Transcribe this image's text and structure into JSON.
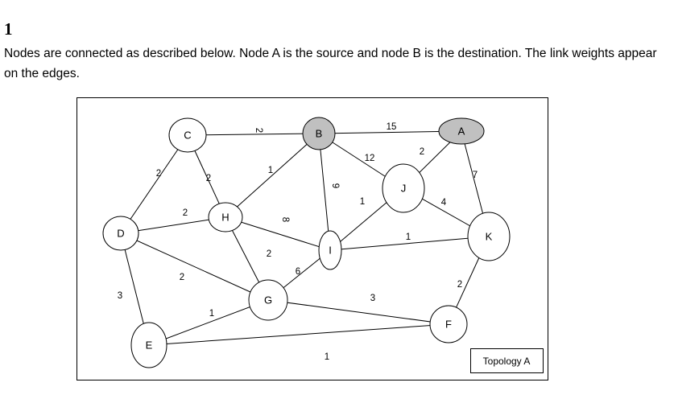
{
  "question": {
    "number": "1",
    "text": "Nodes are connected as described below.  Node A is the source and node B is the destination. The link weights appear on the edges."
  },
  "diagram": {
    "caption": "Topology A",
    "colors": {
      "highlight_fill": "#c0c0c0",
      "default_fill": "#ffffff"
    },
    "nodes": [
      {
        "id": "A",
        "label": "A",
        "highlight": true
      },
      {
        "id": "B",
        "label": "B",
        "highlight": true
      },
      {
        "id": "C",
        "label": "C",
        "highlight": false
      },
      {
        "id": "D",
        "label": "D",
        "highlight": false
      },
      {
        "id": "E",
        "label": "E",
        "highlight": false
      },
      {
        "id": "F",
        "label": "F",
        "highlight": false
      },
      {
        "id": "G",
        "label": "G",
        "highlight": false
      },
      {
        "id": "H",
        "label": "H",
        "highlight": false
      },
      {
        "id": "I",
        "label": "I",
        "highlight": false
      },
      {
        "id": "J",
        "label": "J",
        "highlight": false
      },
      {
        "id": "K",
        "label": "K",
        "highlight": false
      }
    ],
    "edges": [
      {
        "from": "C",
        "to": "B",
        "weight": "2"
      },
      {
        "from": "B",
        "to": "A",
        "weight": "15"
      },
      {
        "from": "C",
        "to": "D",
        "weight": "2"
      },
      {
        "from": "C",
        "to": "H",
        "weight": "2"
      },
      {
        "from": "H",
        "to": "B",
        "weight": "1"
      },
      {
        "from": "B",
        "to": "I",
        "weight": "9"
      },
      {
        "from": "B",
        "to": "J",
        "weight": "12"
      },
      {
        "from": "J",
        "to": "A",
        "weight": "2"
      },
      {
        "from": "A",
        "to": "K",
        "weight": "7"
      },
      {
        "from": "J",
        "to": "K",
        "weight": "4"
      },
      {
        "from": "I",
        "to": "J",
        "weight": "1"
      },
      {
        "from": "I",
        "to": "K",
        "weight": "1"
      },
      {
        "from": "D",
        "to": "H",
        "weight": "2"
      },
      {
        "from": "H",
        "to": "I",
        "weight": "8"
      },
      {
        "from": "H",
        "to": "G",
        "weight": "2"
      },
      {
        "from": "G",
        "to": "I",
        "weight": "6"
      },
      {
        "from": "D",
        "to": "G",
        "weight": "2"
      },
      {
        "from": "D",
        "to": "E",
        "weight": "3"
      },
      {
        "from": "E",
        "to": "G",
        "weight": "1"
      },
      {
        "from": "G",
        "to": "F",
        "weight": "3"
      },
      {
        "from": "E",
        "to": "F",
        "weight": "1"
      },
      {
        "from": "K",
        "to": "F",
        "weight": "2"
      }
    ]
  }
}
